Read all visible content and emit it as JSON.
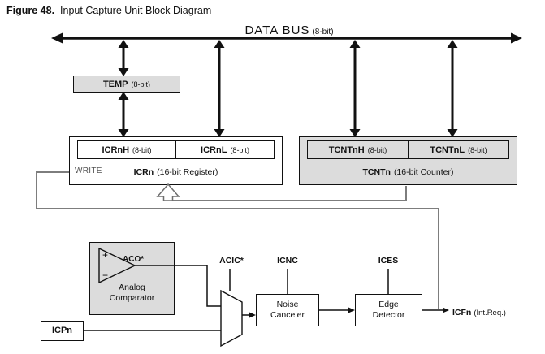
{
  "figure": {
    "label": "Figure 48.",
    "title": "Input Capture Unit Block Diagram"
  },
  "data_bus": {
    "name": "DATA BUS",
    "width": "(8-bit)"
  },
  "temp": {
    "name": "TEMP",
    "width": "(8-bit)"
  },
  "icr": {
    "high": {
      "name": "ICRnH",
      "width": "(8-bit)"
    },
    "low": {
      "name": "ICRnL",
      "width": "(8-bit)"
    },
    "caption": {
      "name": "ICRn",
      "detail": "(16-bit Register)"
    },
    "write_label": "WRITE"
  },
  "tcnt": {
    "high": {
      "name": "TCNTnH",
      "width": "(8-bit)"
    },
    "low": {
      "name": "TCNTnL",
      "width": "(8-bit)"
    },
    "caption": {
      "name": "TCNTn",
      "detail": "(16-bit Counter)"
    }
  },
  "analog_comparator": {
    "plus": "+",
    "minus": "−",
    "output_label": "ACO*",
    "caption_line1": "Analog",
    "caption_line2": "Comparator"
  },
  "icp": {
    "label": "ICPn"
  },
  "mux": {
    "select_label": "ACIC*"
  },
  "noise_canceler": {
    "line1": "Noise",
    "line2": "Canceler",
    "control_label": "ICNC"
  },
  "edge_detector": {
    "line1": "Edge",
    "line2": "Detector",
    "control_label": "ICES"
  },
  "icf_output": {
    "name": "ICFn",
    "detail": "(Int.Req.)"
  },
  "colors": {
    "box_gray": "#dcdcdc",
    "line_gray": "#7d7d7d",
    "line_black": "#111111"
  }
}
